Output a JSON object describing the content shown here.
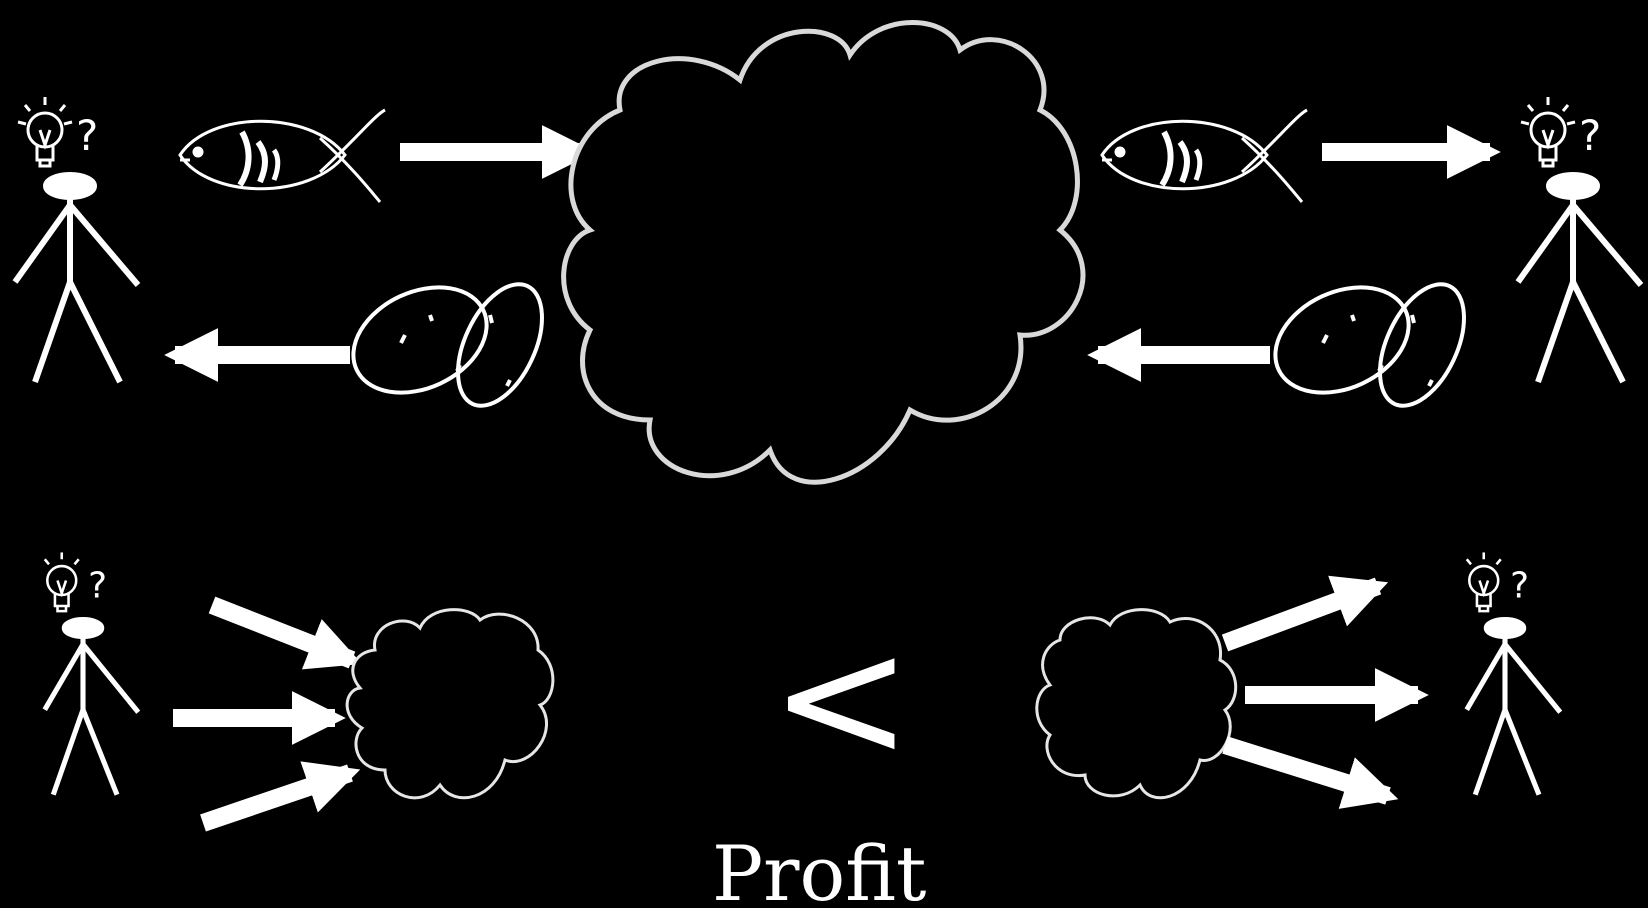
{
  "question_mark": "?",
  "comparison_symbol": "<",
  "caption": "Profit",
  "colors": {
    "background": "#000000",
    "foreground": "#ffffff",
    "cloud_outline": "#d9d9d9"
  },
  "icons": [
    "lightbulb-icon",
    "stick-figure",
    "fish-icon",
    "potatoes-icon",
    "cloud-shape",
    "arrow"
  ]
}
